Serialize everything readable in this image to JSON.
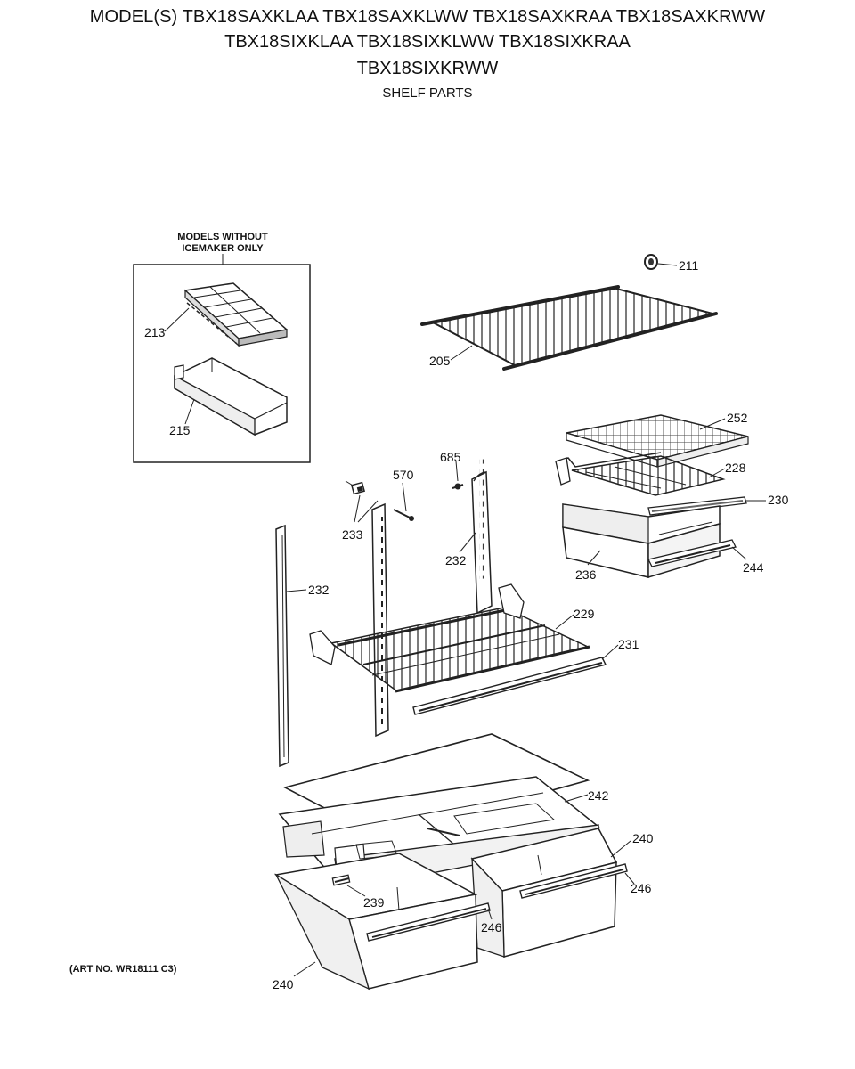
{
  "header": {
    "models_line_1": "MODEL(S) TBX18SAXKLAA  TBX18SAXKLWW  TBX18SAXKRAA  TBX18SAXKRWW",
    "models_line_2": "TBX18SIXKLAA  TBX18SIXKLWW  TBX18SIXKRAA",
    "models_line_3": "TBX18SIXKRWW",
    "section_title": "SHELF PARTS"
  },
  "inset_box": {
    "title_line_1": "MODELS WITHOUT",
    "title_line_2": "ICEMAKER ONLY"
  },
  "callouts": {
    "c211": "211",
    "c205": "205",
    "c213": "213",
    "c215": "215",
    "c252": "252",
    "c228": "228",
    "c230": "230",
    "c244": "244",
    "c236": "236",
    "c685": "685",
    "c570": "570",
    "c233": "233",
    "c232_center": "232",
    "c232_left": "232",
    "c229": "229",
    "c231": "231",
    "c242": "242",
    "c240_right": "240",
    "c246_right": "246",
    "c239": "239",
    "c246_left": "246",
    "c240_left": "240"
  },
  "footer": {
    "art_no": "(ART NO. WR18111 C3)"
  }
}
